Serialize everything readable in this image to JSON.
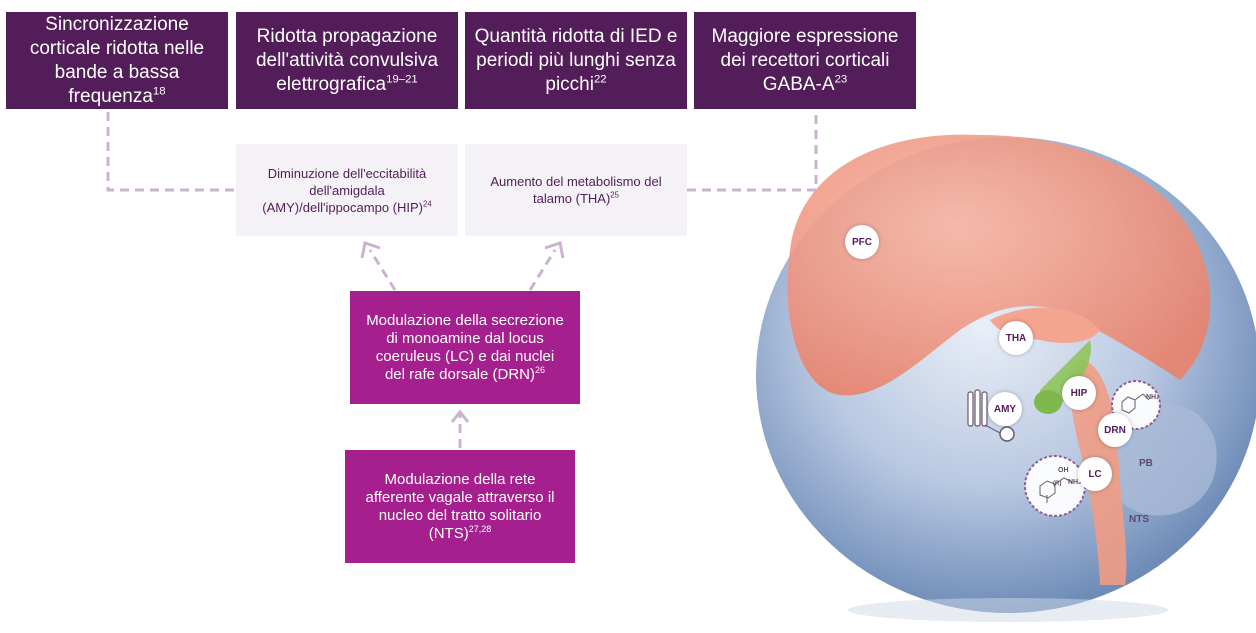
{
  "top_boxes": [
    {
      "text": "Sincronizzazione corticale ridotta nelle bande a bassa frequenza",
      "ref": "18"
    },
    {
      "text": "Ridotta propagazione dell'attività convulsiva elettrografica",
      "ref": "19–21"
    },
    {
      "text": "Quantità ridotta di IED e periodi più lunghi senza picchi",
      "ref": "22"
    },
    {
      "text": "Maggiore espressione dei recettori corticali GABA-A",
      "ref": "23"
    }
  ],
  "mid_boxes": [
    {
      "text": "Diminuzione dell'eccitabilità dell'amigdala (AMY)/dell'ippocampo (HIP)",
      "ref": "24"
    },
    {
      "text": "Aumento del metabolismo del talamo (THA)",
      "ref": "25"
    }
  ],
  "modulation_boxes": [
    {
      "text": "Modulazione della secrezione di monoamine dal locus coeruleus (LC) e dai nuclei del rafe dorsale (DRN)",
      "ref": "26"
    },
    {
      "text": "Modulazione della rete afferente vagale attraverso il nucleo del tratto solitario (NTS)",
      "ref": "27,28"
    }
  ],
  "brain_labels": {
    "pfc": "PFC",
    "tha": "THA",
    "hip": "HIP",
    "amy": "AMY",
    "drn": "DRN",
    "lc": "LC",
    "pb": "PB",
    "nts": "NTS"
  },
  "molecule_labels": {
    "oh": "OH",
    "nh2": "NH₂",
    "r": "(R)"
  },
  "colors": {
    "dark_purple": "#521d58",
    "magenta": "#a61f8f",
    "light_box": "#f4f2f6",
    "connector": "#c9b3cf",
    "cortex": "#f29a86",
    "limbic_green": "#8fc45a"
  }
}
